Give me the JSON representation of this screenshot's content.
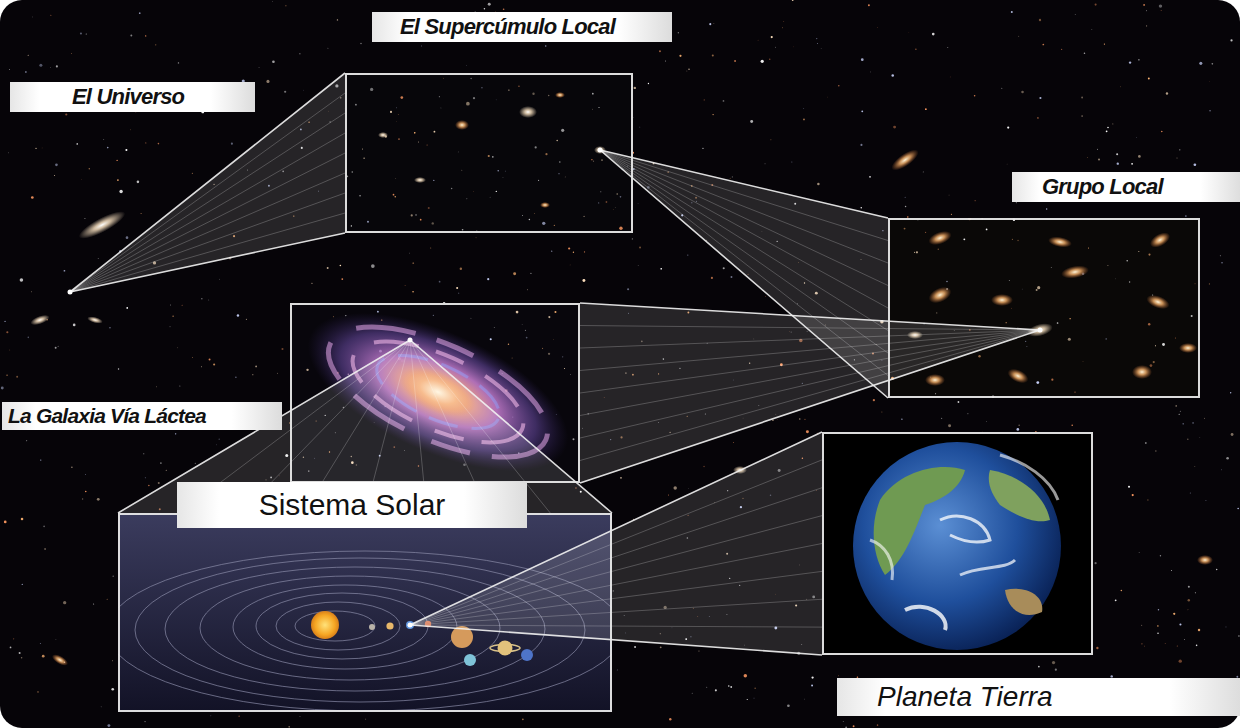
{
  "diagram": {
    "nodes": [
      {
        "text": [
          "El Universo"
        ]
      },
      {
        "text": [
          "El Supercúmulo Local"
        ],
        "in": 0
      },
      {
        "text": [
          "Grupo Local"
        ],
        "in": 0
      },
      {
        "text": [
          "La Galaxia Vía Láctea"
        ],
        "in": 0
      },
      {
        "text": [
          "Sistema Solar"
        ],
        "in": 0
      },
      {
        "text": [
          "Planeta Tierra"
        ],
        "in": 0
      }
    ],
    "edges": [
      {
        "from": 0,
        "to": 1,
        "arrow": "none"
      },
      {
        "from": 1,
        "to": 2,
        "arrow": "none"
      },
      {
        "from": 2,
        "to": 3,
        "arrow": "none"
      },
      {
        "from": 3,
        "to": 4,
        "arrow": "none"
      },
      {
        "from": 4,
        "to": 5,
        "arrow": "none"
      }
    ]
  }
}
